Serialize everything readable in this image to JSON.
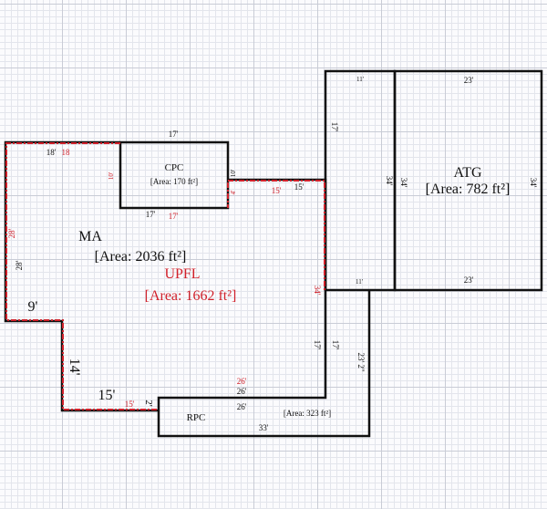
{
  "colors": {
    "wall": "#111111",
    "upper_floor": "#d0202a"
  },
  "areas": {
    "ma": {
      "name": "MA",
      "area": "[Area: 2036 ft²]"
    },
    "upfl": {
      "name": "UPFL",
      "area": "[Area: 1662 ft²]"
    },
    "cpc": {
      "name": "CPC",
      "area": "[Area: 170 ft²]"
    },
    "atg": {
      "name": "ATG",
      "area": "[Area: 782 ft²]"
    },
    "rpc": {
      "name": "RPC",
      "area": "[Area: 323 ft²]"
    }
  },
  "dims": {
    "ma_top": "18'",
    "upfl_top": "18",
    "cpc_top": "17'",
    "cpc_bottom": "17'",
    "cpc_bottom_red": "17'",
    "cpc_left": "10'",
    "cpc_right": "10'",
    "cpc_right_red": "4'",
    "ma_left": "28'",
    "upfl_left": "28'",
    "ma_step": "9'",
    "ma_step_left": "14'",
    "ma_bottom": "15'",
    "upfl_bottom": "15'",
    "rpc_left": "2'",
    "mid_top": "15'",
    "upfl_mid_top": "15'",
    "upfl_right": "34'",
    "strip_top": "11'",
    "strip_left": "17'",
    "strip_right": "34'",
    "strip_bottom": "11'",
    "atg_top": "23'",
    "atg_bottom": "23'",
    "atg_left": "34'",
    "atg_right": "34'",
    "lower_left_a": "17'",
    "lower_left_b": "17'",
    "lower_right": "23' 2\"",
    "rpc_top": "26'",
    "rpc_top_red": "26'",
    "rpc_inner": "26'",
    "rpc_bottom": "33'"
  }
}
